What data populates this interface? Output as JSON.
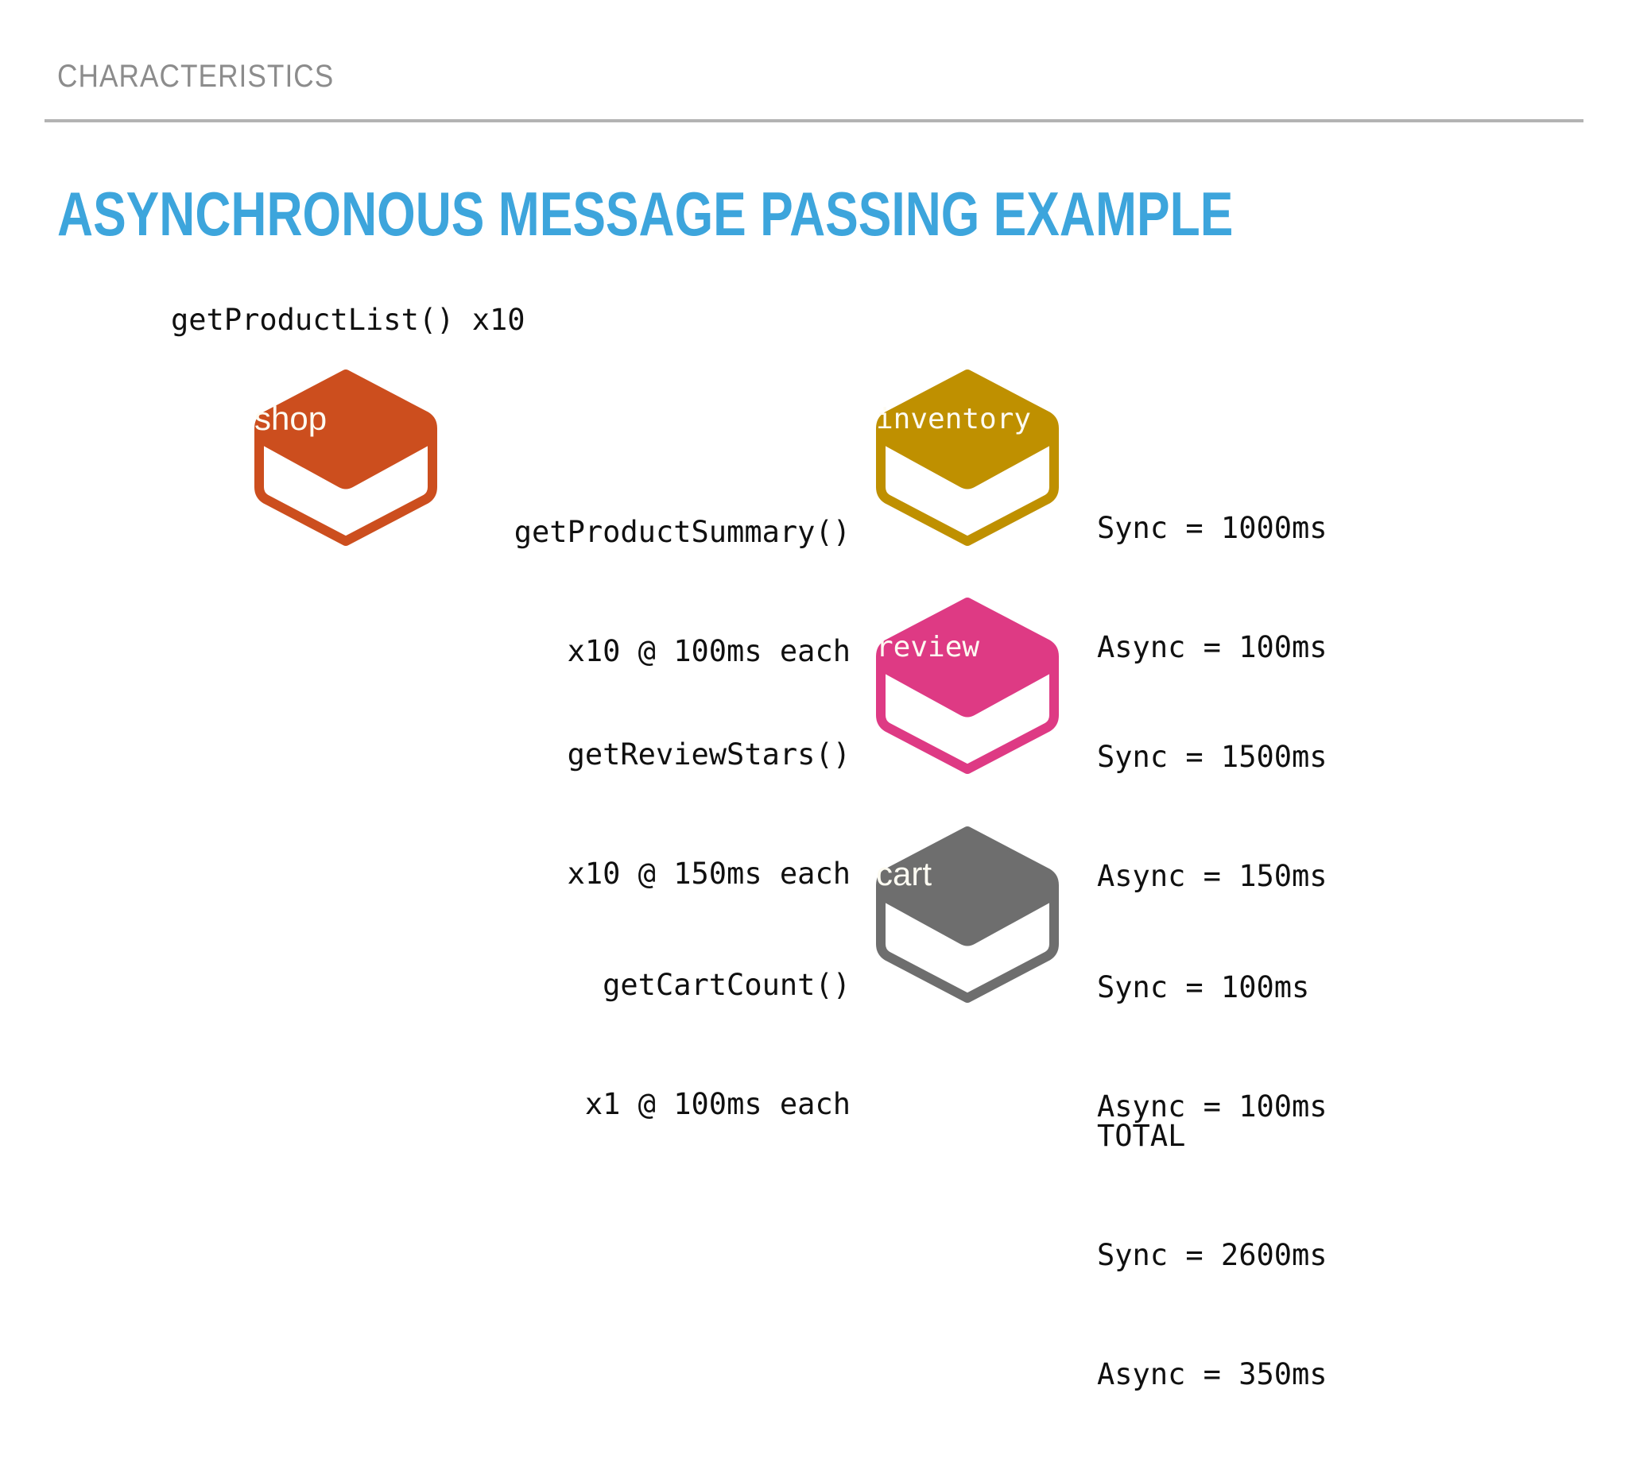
{
  "header": {
    "eyebrow": "CHARACTERISTICS",
    "title": "ASYNCHRONOUS MESSAGE PASSING EXAMPLE"
  },
  "colors": {
    "title_blue": "#3DA5DC",
    "eyebrow_gray": "#8C8C8C",
    "rule_gray": "#B3B3B3",
    "shop_orange": "#CC4E1E",
    "inventory_gold": "#BF9000",
    "review_pink": "#DE3A84",
    "cart_gray": "#6E6E6E",
    "text_black": "#101010",
    "hex_label_white": "#FDFBF2"
  },
  "diagram": {
    "entry_call": "getProductList() x10",
    "nodes": {
      "shop": {
        "label": "shop",
        "color": "#CC4E1E"
      },
      "inventory": {
        "label": "inventory",
        "color": "#BF9000"
      },
      "review": {
        "label": "review",
        "color": "#DE3A84"
      },
      "cart": {
        "label": "cart",
        "color": "#6E6E6E"
      }
    },
    "rows": [
      {
        "node": "inventory",
        "call_line1": "getProductSummary()",
        "call_line2": "x10 @ 100ms each",
        "sync": "Sync = 1000ms",
        "async": "Async = 100ms"
      },
      {
        "node": "review",
        "call_line1": "getReviewStars()",
        "call_line2": "x10 @ 150ms each",
        "sync": "Sync = 1500ms",
        "async": "Async = 150ms"
      },
      {
        "node": "cart",
        "call_line1": "getCartCount()",
        "call_line2": "x1 @ 100ms each",
        "sync": "Sync = 100ms",
        "async": "Async = 100ms"
      }
    ],
    "total": {
      "heading": "TOTAL",
      "sync": "Sync = 2600ms",
      "async": "Async = 350ms"
    }
  }
}
